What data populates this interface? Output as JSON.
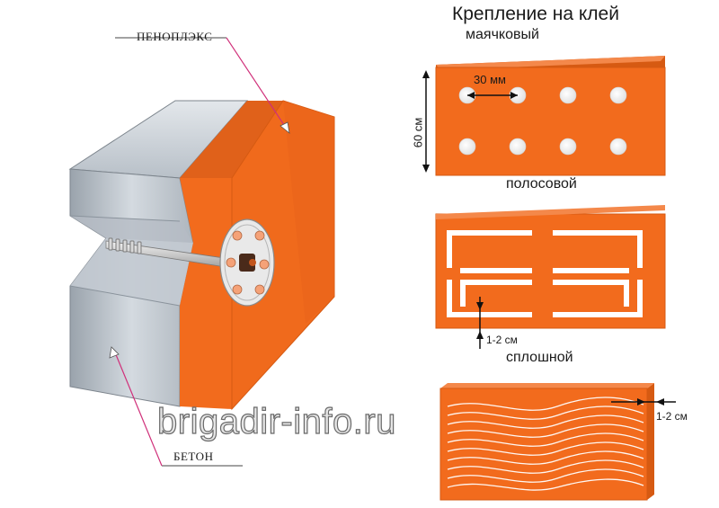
{
  "title": "Крепление на клей",
  "labels": {
    "penoplex": "ПЕНОПЛЭКС",
    "beton": "БЕТОН",
    "mayachkovy": "маячковый",
    "polosovoy": "полосовой",
    "sploshnoy": "сплошной"
  },
  "dimensions": {
    "dot_spacing": "30 мм",
    "panel_height": "60 см",
    "strip_gap": "1-2 см",
    "layer_thickness": "1-2 см"
  },
  "watermark": "brigadir-info.ru",
  "colors": {
    "insulation_orange": "#f26b1d",
    "insulation_dark": "#d65a12",
    "concrete_light": "#c9d0d8",
    "concrete_dark": "#9aa2ab",
    "glue_white": "#ffffff",
    "pointer_magenta": "#d0307a"
  }
}
